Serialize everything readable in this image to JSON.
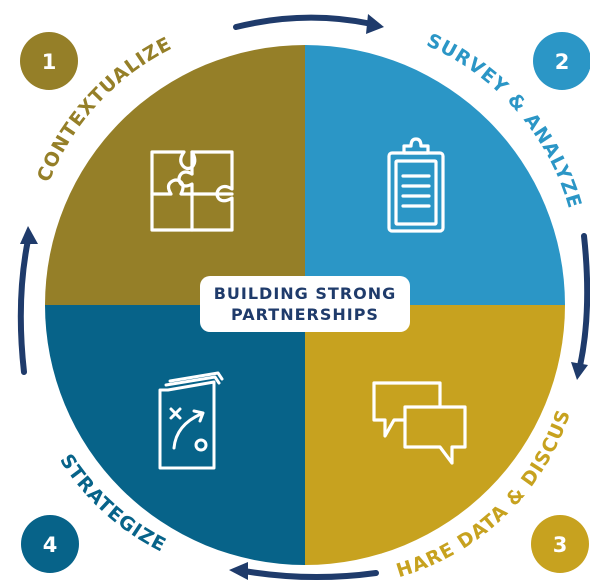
{
  "center_title": [
    "BUILDING STRONG",
    "PARTNERSHIPS"
  ],
  "colors": {
    "olive": "#957f28",
    "blue": "#2b96c6",
    "gold": "#c7a21f",
    "navy": "#076389",
    "arrow": "#1f3b6b",
    "icon": "#ffffff"
  },
  "steps": [
    {
      "number": "1",
      "label": "CONTEXTUALIZE",
      "icon": "puzzle-icon",
      "color": "#957f28"
    },
    {
      "number": "2",
      "label": "SURVEY & ANALYZE",
      "icon": "clipboard-icon",
      "color": "#2b96c6"
    },
    {
      "number": "3",
      "label": "SHARE DATA & DISCUSS",
      "icon": "chat-bubbles-icon",
      "color": "#c7a21f"
    },
    {
      "number": "4",
      "label": "STRATEGIZE",
      "icon": "playbook-icon",
      "color": "#076389"
    }
  ]
}
